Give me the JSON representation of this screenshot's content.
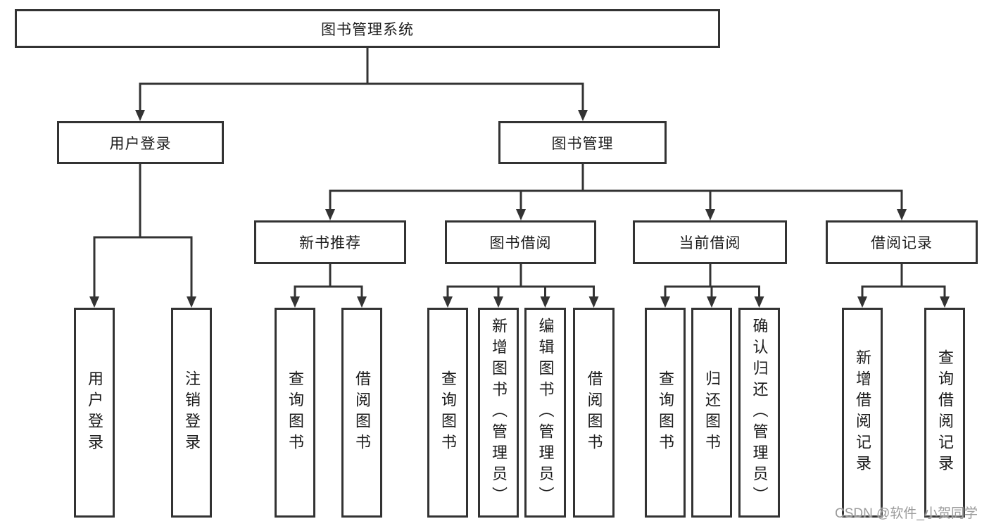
{
  "diagram": {
    "root_label": "图书管理系统",
    "level1": {
      "user_login": "用户登录",
      "book_mgmt": "图书管理"
    },
    "level2": {
      "new_books": "新书推荐",
      "book_borrow": "图书借阅",
      "current_borrow": "当前借阅",
      "borrow_records": "借阅记录"
    },
    "leaves": {
      "login": "用户登录",
      "logout": "注销登录",
      "nb_query": "查询图书",
      "nb_borrow": "借阅图书",
      "bb_query": "查询图书",
      "bb_add": "新增图书（管理员）",
      "bb_edit": "编辑图书（管理员）",
      "bb_borrow": "借阅图书",
      "cb_query": "查询图书",
      "cb_return": "归还图书",
      "cb_confirm": "确认归还（管理员）",
      "br_add": "新增借阅记录",
      "br_query": "查询借阅记录"
    },
    "line_color": "#333333"
  },
  "watermark": "CSDN @软件_小贺同学"
}
